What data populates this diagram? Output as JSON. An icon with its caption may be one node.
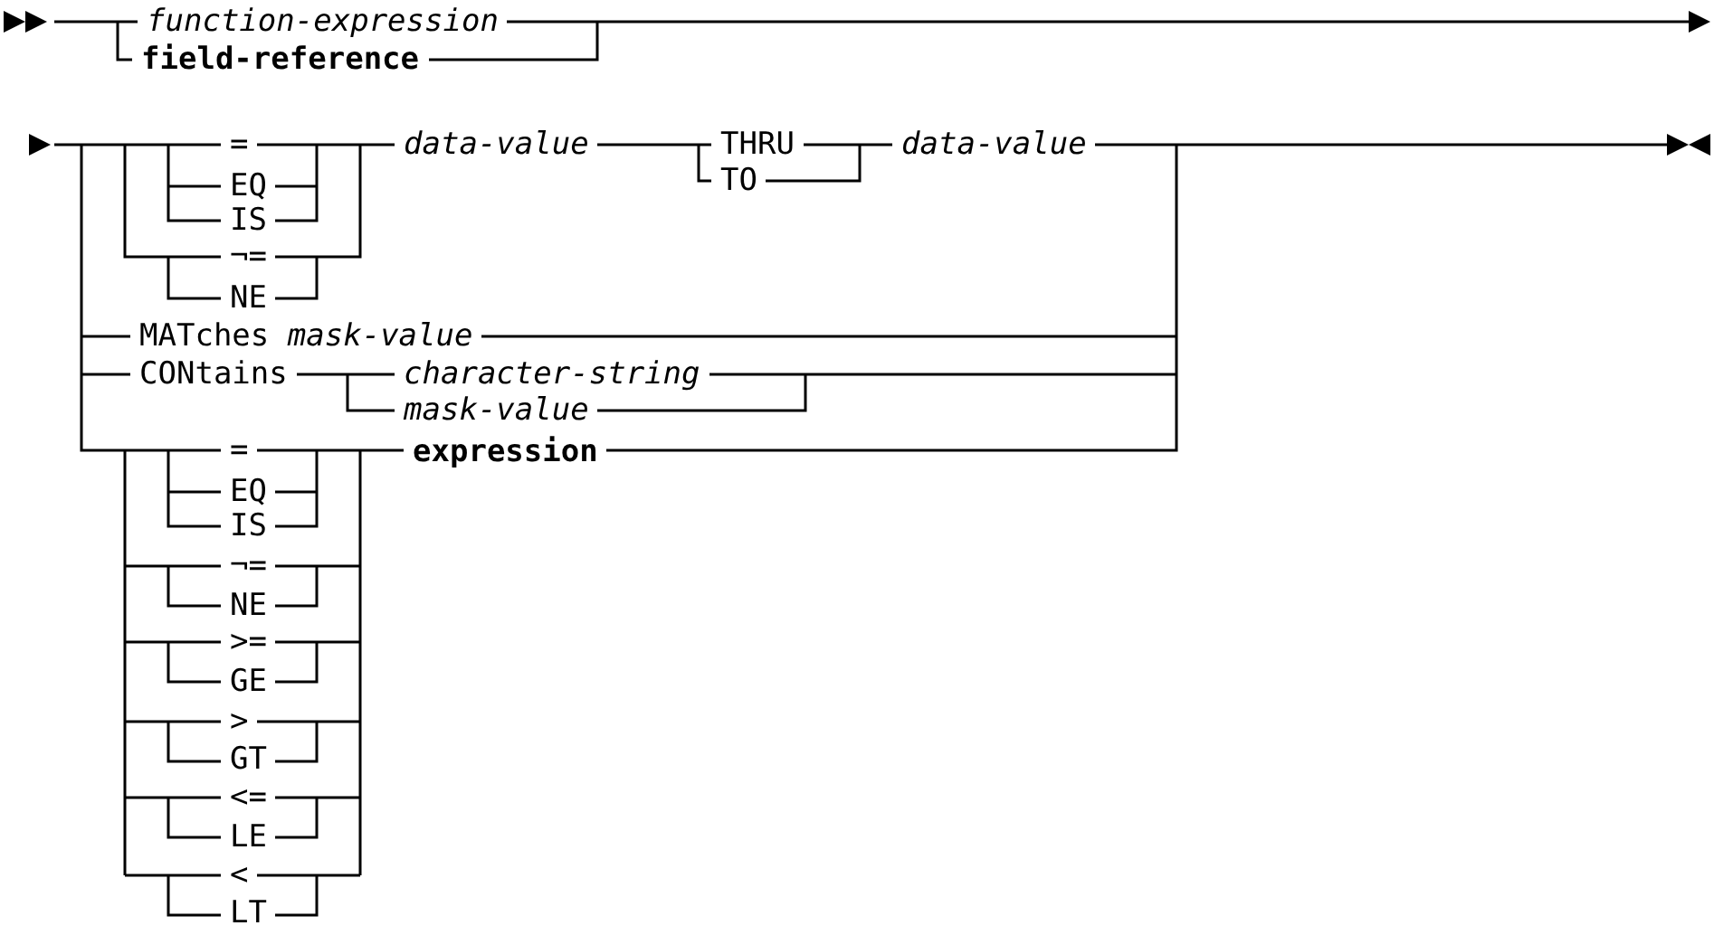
{
  "diagram": {
    "labels": [
      "function-expression",
      "field-reference",
      "=",
      "data-value",
      "THRU",
      "data-value",
      "EQ",
      "TO",
      "IS",
      "¬=",
      "NE",
      "MATches *mask-value*",
      "CONtains",
      "character-string",
      "mask-value",
      "=",
      "expression",
      "EQ",
      "IS",
      "¬=",
      "NE",
      ">=",
      "GE",
      ">",
      "GT",
      "<=",
      "LE",
      "<",
      "LT"
    ]
  }
}
